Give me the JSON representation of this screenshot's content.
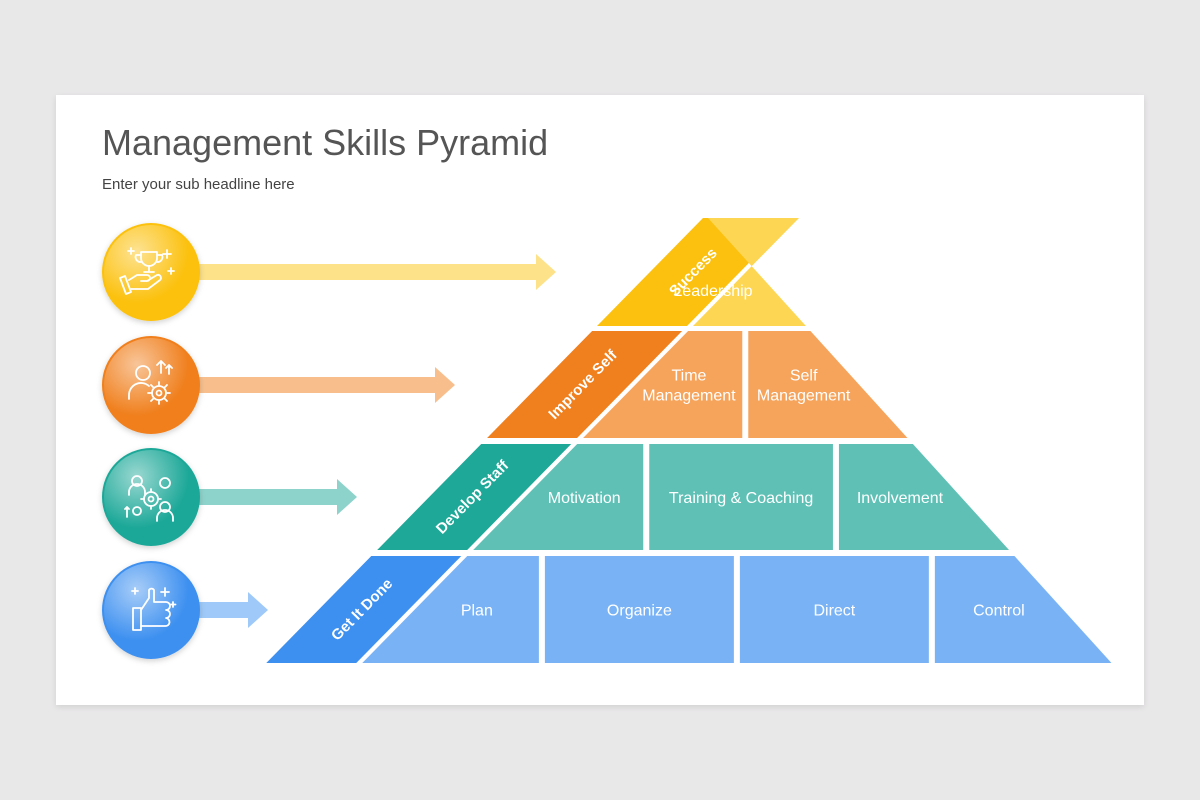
{
  "header": {
    "title": "Management Skills Pyramid",
    "subtitle": "Enter your sub headline here"
  },
  "icons": [
    "trophy-hand-icon",
    "person-growth-icon",
    "team-gears-icon",
    "thumbs-up-icon"
  ],
  "levels": [
    {
      "band": "Success",
      "color": "#fcc10e",
      "light": "#fdd653",
      "arrow_color": "#fde28a",
      "cells": [
        [
          "Leadership"
        ]
      ]
    },
    {
      "band": "Improve Self",
      "color": "#f07f1e",
      "light": "#f6a45c",
      "arrow_color": "#f8bf8d",
      "cells": [
        [
          "Time",
          "Management"
        ],
        [
          "Self",
          "Management"
        ]
      ]
    },
    {
      "band": "Develop Staff",
      "color": "#1ea898",
      "light": "#5fc1b6",
      "arrow_color": "#8ed3cb",
      "cells": [
        [
          "Motivation"
        ],
        [
          "Training & Coaching"
        ],
        [
          "Involvement"
        ]
      ]
    },
    {
      "band": "Get It Done",
      "color": "#3e90f0",
      "light": "#79b3f5",
      "arrow_color": "#9ec9f8",
      "cells": [
        [
          "Plan"
        ],
        [
          "Organize"
        ],
        [
          "Direct"
        ],
        [
          "Control"
        ]
      ]
    }
  ]
}
